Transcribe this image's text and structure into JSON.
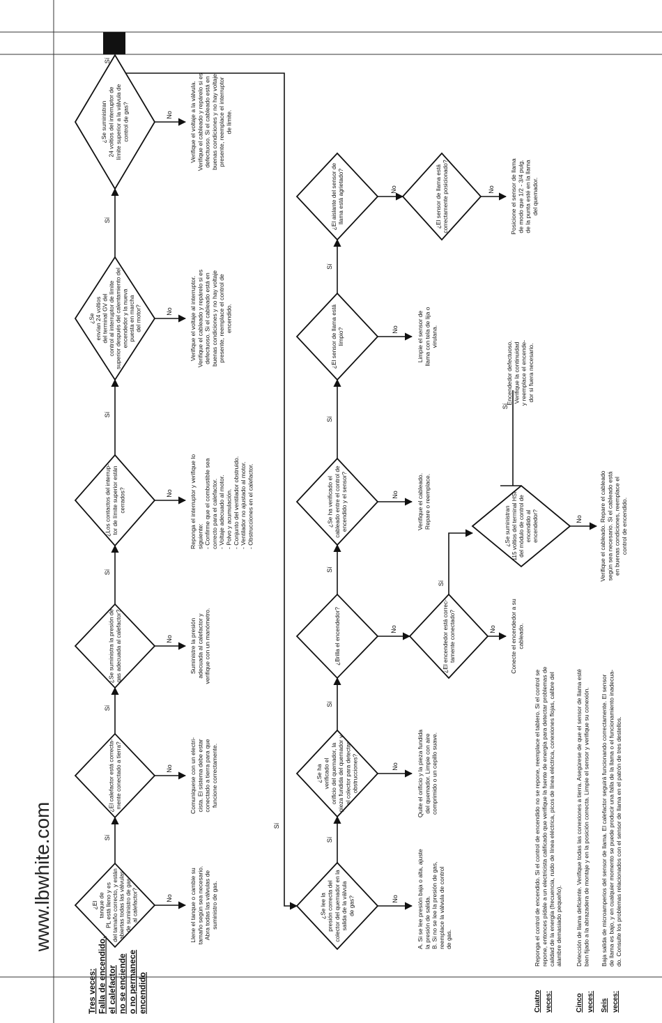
{
  "page": {
    "website": "www.lbwhite.com"
  },
  "title": [
    "Tres veces:",
    "Falla de encendido.",
    "el calefactor",
    "no se enciende",
    "o no permanece",
    "encendido"
  ],
  "top_row": {
    "decisions": [
      {
        "lines": [
          "¿El",
          "tanque de",
          "PL está lleno y es",
          "del tamaño correcto, y están",
          "abiertas todas las válvulas",
          "de suministro de gas",
          "al calefactor?"
        ]
      },
      {
        "lines": [
          "¿El calefactor está correcta-",
          "mente conectado a tierra?"
        ]
      },
      {
        "lines": [
          "¿Se suministra la presión de",
          "gas adecuada al calefactor?"
        ]
      },
      {
        "lines": [
          "¿Los contactos del interrup-",
          "tor de límite superior están",
          "cerrados?"
        ]
      },
      {
        "lines": [
          "¿Se",
          "envían 24 voltios",
          "del terminal GV del",
          "control al interruptor de límite",
          "superior después del calentamiento del",
          "encendedor y la nueva",
          "puesta en marcha",
          "del motor?"
        ]
      },
      {
        "lines": [
          "¿Se suministran",
          "24 voltios del interruptor de",
          "límite superior a la válvula de",
          "control de gas?"
        ]
      }
    ],
    "actions": [
      {
        "lines": [
          "Llene el tanque o cambie su",
          "tamaño según sea necesario.",
          "Abra todas las válvulas de",
          "suministro de gas."
        ]
      },
      {
        "lines": [
          "Comuníquese con un electri-",
          "cista. El sistema debe estar",
          "conectado a tierra para que",
          "funcione correctamente."
        ]
      },
      {
        "lines": [
          "Suministre la presión",
          "adecuada al calefactor y",
          "verifique con un manómetro."
        ]
      },
      {
        "lines": [
          "Reponga el interruptor y verifique lo",
          "siguiente:",
          "- Confirme que el combustible sea",
          "  correcto para el calefactor.",
          "- Voltaje adecuado al motor.",
          "- Polvo y acumulación.",
          "- Conjunto del ventilador obstruido.",
          "- Ventilador no ajustado al motor.",
          "- Obstrucciones en el calefactor."
        ]
      },
      {
        "lines": [
          "Verifique el voltaje al interruptor.",
          "Verifique el cableado y repárelo si es",
          "defectuoso. Si el cableado está en",
          "buenas condiciones y no hay voltaje",
          "presente, reemplace el control de",
          "encendido."
        ]
      },
      {
        "lines": [
          "Verifique el voltaje a la válvula.",
          "Verifique el cableado y repárelo si es",
          "defectuoso. Si el cableado está en",
          "buenas condiciones y no hay voltaje",
          "presente, reemplace el interruptor",
          "de límite."
        ]
      }
    ]
  },
  "bottom_row": {
    "decisions": [
      {
        "lines": [
          "¿Se lee la",
          "presión correcta del",
          "colector del quemador en la",
          "salida de la válvula",
          "de gas?"
        ]
      },
      {
        "lines": [
          "¿Se ha",
          "verificado el",
          "orificio del quemador, la",
          "pieza fundida del quemador y",
          "el colector para detectar",
          "obstrucciones?"
        ]
      },
      {
        "lines": [
          "¿Brilla el encendedor?"
        ]
      },
      {
        "lines": [
          "¿Se ha verificado el",
          "cableado entre el control de",
          "encendido y el sensor?"
        ]
      },
      {
        "lines": [
          "¿El sensor de llama está",
          "limpio?"
        ]
      },
      {
        "lines": [
          "¿El aislante del sensor de",
          "llama está agrietado?"
        ]
      }
    ],
    "actions": [
      {
        "lines": [
          "A. Si se lee presión baja o alta, ajuste",
          "    la presión de salida.",
          "B. Si no se lee la presión de gas,",
          "    reemplace la válvula de control",
          "    de gas."
        ]
      },
      {
        "lines": [
          "Quite el orificio y la pieza fundida",
          "del quemador. Limpie con aire",
          "comprimido o un cepillo suave."
        ]
      },
      {
        "lines": [
          "Verifique el cableado.",
          "Repare o reemplace."
        ]
      },
      {
        "lines": [
          "Limpie el sensor de",
          "llama con tela de lija o",
          "virulana."
        ]
      }
    ],
    "sub_decisions": [
      {
        "lines": [
          "¿El encendedor está correc-",
          "tamente conectado?"
        ]
      },
      {
        "lines": [
          "¿Se suministran",
          "115 voltios del terminal HSI",
          "del módulo de control de",
          "encendido al",
          "encendedor?"
        ]
      },
      {
        "lines": [
          "¿El sensor de llama está",
          "correctamente posicionado?"
        ]
      }
    ],
    "sub_actions": [
      {
        "lines": [
          "Conecte el encendedor a su",
          "cableado."
        ]
      },
      {
        "lines": [
          "Verifique el cableado. Repare el cableado",
          "según sea necesario. Si el cableado está",
          "en buenas condiciones, reemplace el",
          "control de encendido."
        ]
      },
      {
        "lines": [
          "Encendedor defectuoso.",
          "Verifique la continuidad",
          "y reemplace el encende-",
          "dor si fuera necesario."
        ]
      },
      {
        "lines": [
          "Posicione el sensor de llama",
          "de modo que 1/2 - 3/4 pulg.",
          "de la punta esté en la llama",
          "del quemador."
        ]
      }
    ]
  },
  "labels": {
    "yes": "Sí",
    "no": "No"
  },
  "notes": [
    {
      "head": [
        "Cuatro",
        "veces:"
      ],
      "lines": [
        "Reponga el control de encendido. Si el control de encendido no se repone, reemplace el tablero. Si el control se",
        "repone, entonces pídale a un electricista calificado que verifique la fuente de energía para detectar problemas de",
        "calidad de la energía (frecuencia, ruido de línea eléctrica, picos de línea eléctrica, conexiones flojas, calibre del",
        "alambre demasiado pequeño)."
      ]
    },
    {
      "head": [
        "Cinco",
        "veces:"
      ],
      "lines": [
        "Detección de llama deficiente. Verifique todas las conexiones a tierra. Asegúrese de que el sensor de llama esté",
        "bien fijado a la abrazadera de montaje y en la posición correcta. Limpie el sensor y verifique su conexión."
      ]
    },
    {
      "head": [
        "Seis",
        "veces:"
      ],
      "lines": [
        "Baja salida de microamperios del sensor de llama. El calefactor seguirá funcionando correctamente. El sensor",
        "de llama es bajo, y en cualquier momento se puede producir una falla de la llama o el funcionamiento inadecua-",
        "do. Consulte los problemas relacionados con el sensor de llama en el patrón de tres destellos."
      ]
    }
  ]
}
